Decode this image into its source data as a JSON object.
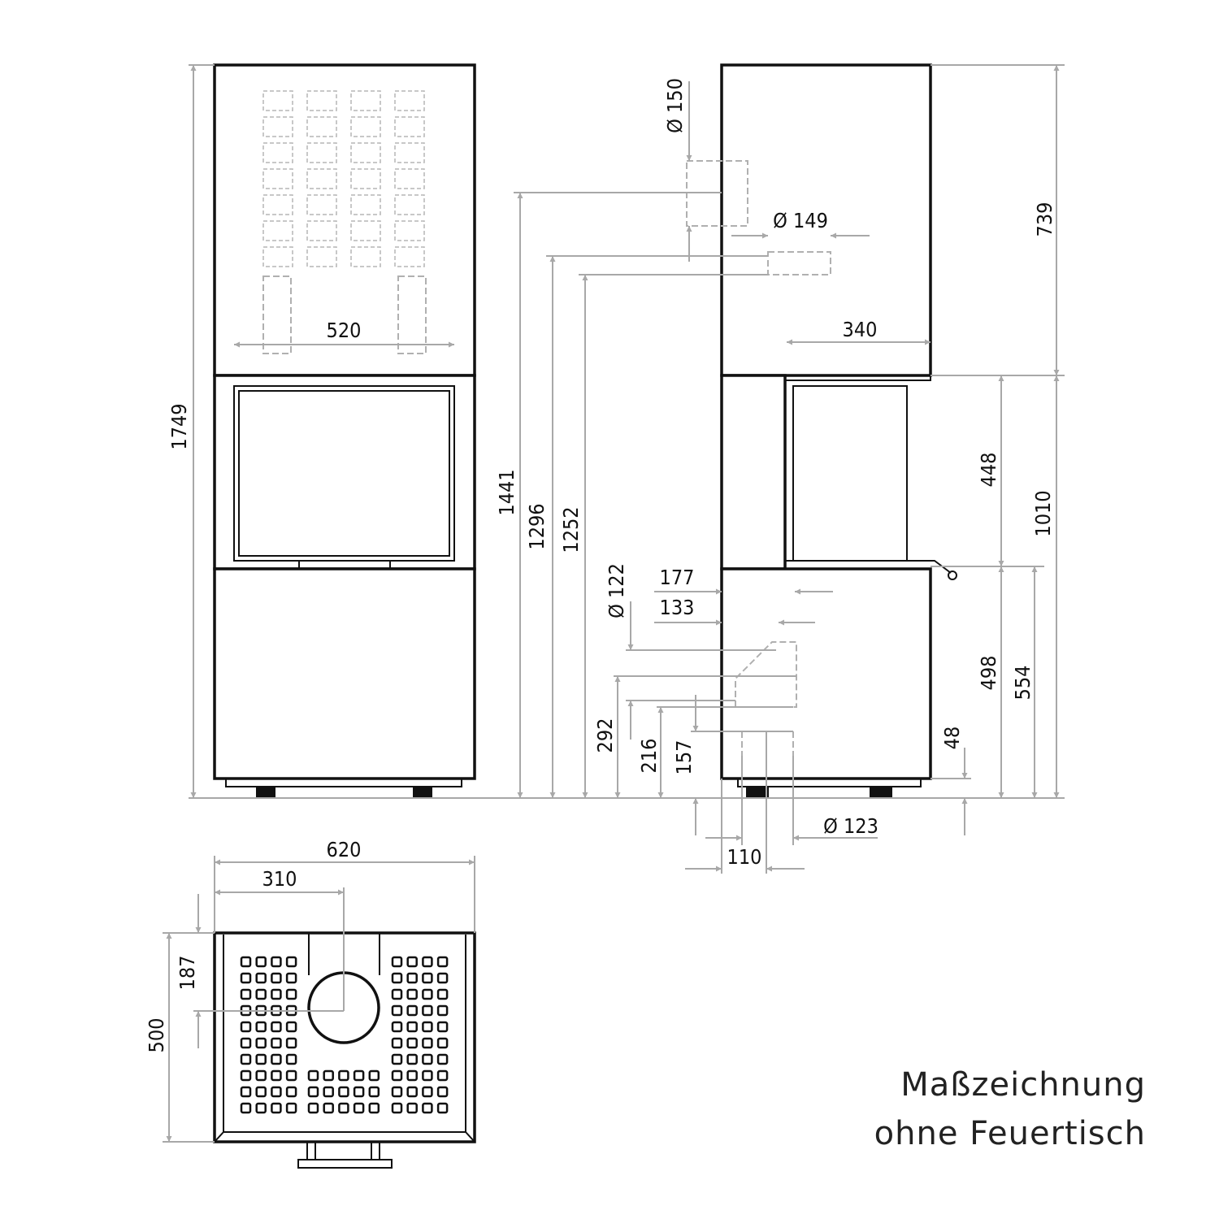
{
  "title": {
    "line1": "Maßzeichnung",
    "line2": "ohne Feuertisch"
  },
  "dimensions": {
    "front_width": "520",
    "total_height": "1749",
    "flue_top_diameter": "Ø 150",
    "flue_rear_diameter": "Ø 149",
    "side_depth_top": "340",
    "top_section_height": "739",
    "flue_center_height_top": "1441",
    "rear_flue_height_top": "1296",
    "rear_flue_height_bottom": "1252",
    "firebox_height": "448",
    "lower_height": "1010",
    "air_inlet_diameter": "Ø 122",
    "air_depth_177": "177",
    "air_depth_133": "133",
    "firebox_floor_height": "498",
    "handle_height": "554",
    "air_height_292": "292",
    "air_height_216": "216",
    "air_height_157": "157",
    "foot_height": "48",
    "air_bottom_diameter": "Ø 123",
    "air_bottom_offset": "110",
    "plan_width": "620",
    "plan_half_width": "310",
    "plan_flue_offset": "187",
    "plan_depth": "500"
  },
  "colors": {
    "line": "#111111",
    "dimension": "#a8a8a8"
  }
}
